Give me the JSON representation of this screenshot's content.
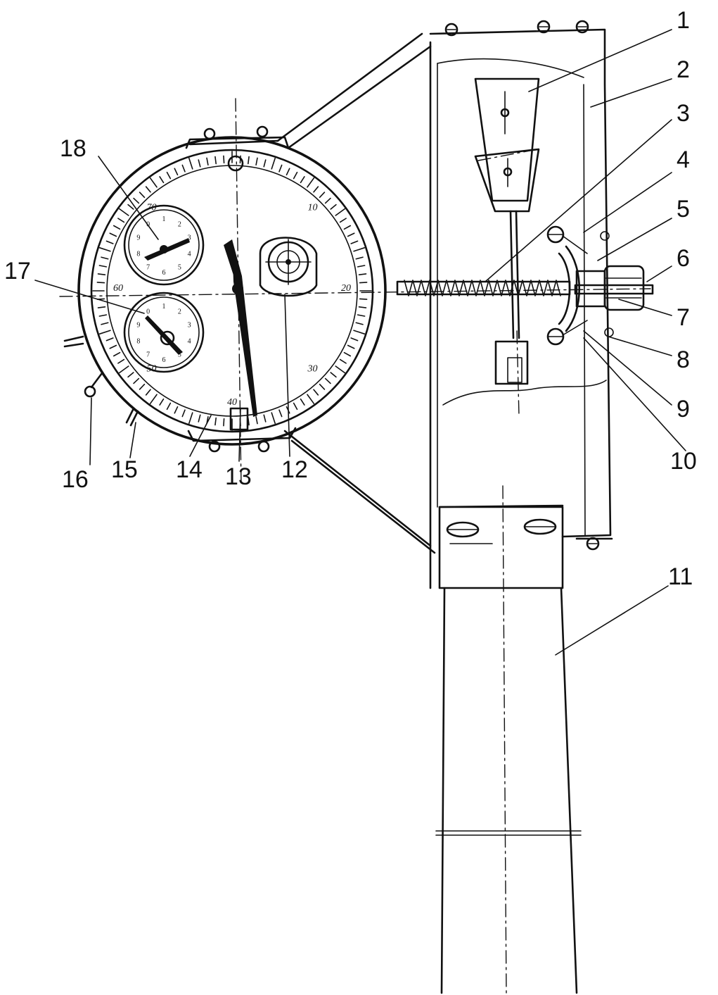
{
  "callouts": [
    {
      "label": "1"
    },
    {
      "label": "2"
    },
    {
      "label": "3"
    },
    {
      "label": "4"
    },
    {
      "label": "5"
    },
    {
      "label": "6"
    },
    {
      "label": "7"
    },
    {
      "label": "8"
    },
    {
      "label": "9"
    },
    {
      "label": "10"
    },
    {
      "label": "11"
    },
    {
      "label": "12"
    },
    {
      "label": "13"
    },
    {
      "label": "14"
    },
    {
      "label": "15"
    },
    {
      "label": "16"
    },
    {
      "label": "17"
    },
    {
      "label": "18"
    }
  ],
  "dial_scale": [
    "10",
    "20",
    "30",
    "40",
    "50",
    "60",
    "70"
  ],
  "subdial_upper": [
    "1",
    "2",
    "3",
    "4",
    "5",
    "6",
    "7",
    "8",
    "9",
    "0"
  ],
  "subdial_lower": [
    "1",
    "2",
    "3",
    "4",
    "5",
    "6",
    "7",
    "8",
    "9",
    "0"
  ],
  "colors": {
    "ink": "#111111",
    "paper": "#ffffff"
  }
}
